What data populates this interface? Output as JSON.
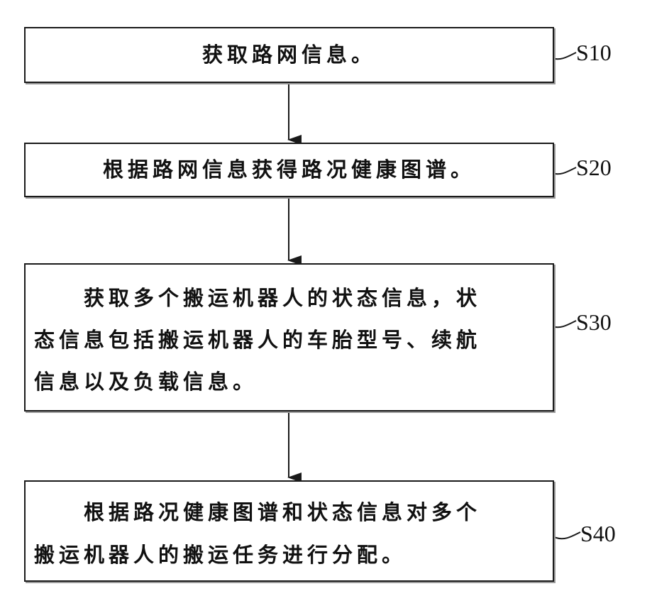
{
  "steps": [
    {
      "id": "S10",
      "lines": [
        "获取路网信息。"
      ]
    },
    {
      "id": "S20",
      "lines": [
        "根据路网信息获得路况健康图谱。"
      ]
    },
    {
      "id": "S30",
      "lines": [
        "获取多个搬运机器人的状态信息，状",
        "态信息包括搬运机器人的车胎型号、续航",
        "信息以及负载信息。"
      ]
    },
    {
      "id": "S40",
      "lines": [
        "根据路况健康图谱和状态信息对多个",
        "搬运机器人的搬运任务进行分配。"
      ]
    }
  ]
}
